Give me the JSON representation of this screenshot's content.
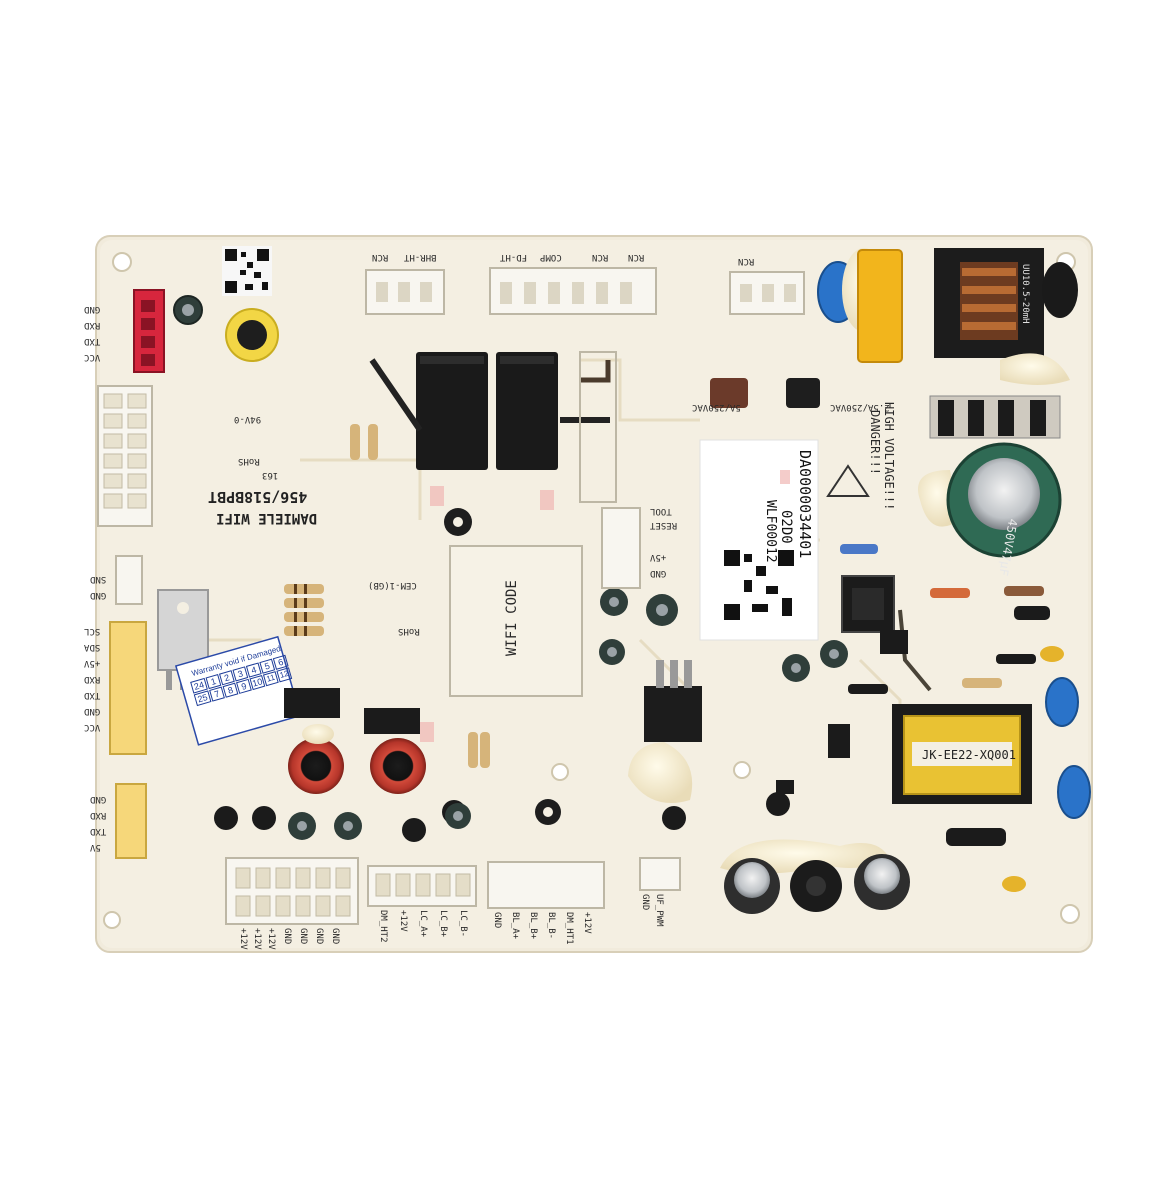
{
  "board": {
    "model_label_line1": "456/518BPBT",
    "model_label_line2": "DAMIELE WIFI",
    "part_number": "DA0000034401",
    "revision": "02D0",
    "lot": "WLF00012",
    "wifi_module": "WIFI CODE",
    "transformer_label": "JK-EE22-XQ001",
    "danger_line1": "HIGH VOLTAGE!!!",
    "danger_line2": "DANGER!!!",
    "capacitor_label": "450V47µF",
    "inductor_label": "UU10.5-20mH",
    "warranty_title": "Warranty void if Damaged",
    "warranty_row1": [
      "24",
      "1",
      "2",
      "3",
      "4",
      "5",
      "6"
    ],
    "warranty_row2": [
      "25",
      "7",
      "8",
      "9",
      "10",
      "11",
      "12"
    ],
    "rohs": "RoHS",
    "cqc": "CEM-1(GB)",
    "rating": "94V-0",
    "fuse1": "5A/250VAC",
    "fuse2": "2.5A/250VAC",
    "code163": "163"
  },
  "pins": {
    "left_top": [
      "GND",
      "RXD",
      "TXD",
      "VCC"
    ],
    "left_mid": [
      "SND",
      "GND"
    ],
    "left_j": [
      "SCL",
      "SDA",
      "+5V",
      "RXD",
      "TXD",
      "GND",
      "VCC"
    ],
    "left_bottom": [
      "GND",
      "RXD",
      "TXD",
      "5V"
    ],
    "bottom_j5": [
      "+12V",
      "+12V",
      "+12V",
      "GND",
      "GND",
      "GND",
      "GND"
    ],
    "bottom_j4": [
      "DM_HT2",
      "+12V",
      "LC_A+",
      "LC_B+",
      "LC_B-"
    ],
    "bottom_cn10": [
      "GND",
      "BL_A+",
      "BL_B+",
      "BL_B-",
      "DM_HT1",
      "+12V"
    ],
    "bottom_cn11": [
      "GND",
      "UF_PWM"
    ],
    "top_connectors": [
      "RCN",
      "BHR-HT",
      "FD-HT",
      "COMP",
      "RCN",
      "RCN",
      "RCN"
    ],
    "reset_labels": [
      "RESET",
      "TOOL",
      "+5V",
      "GND"
    ]
  }
}
